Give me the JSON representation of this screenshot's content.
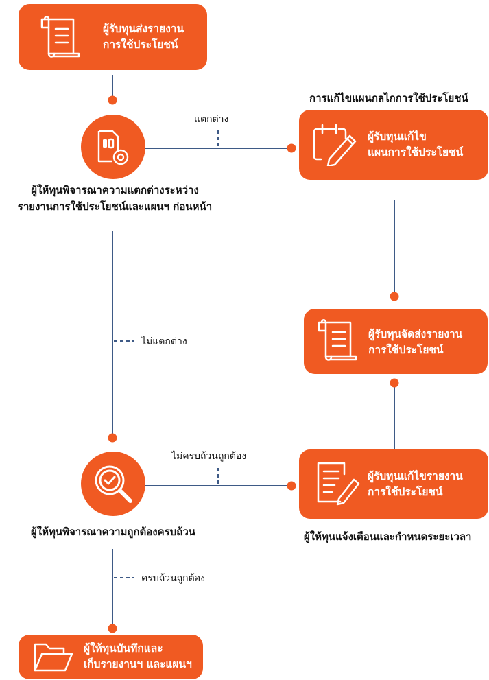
{
  "colors": {
    "accent": "#f05a22",
    "line": "#3e5a86",
    "text": "#111111"
  },
  "steps": {
    "submit_report": {
      "text": "ผู้รับทุนส่งรายงาน\nการใช้ประโยชน์",
      "icon": "document-icon"
    },
    "consider_difference": {
      "text": "ผู้ให้ทุนพิจารณาความแตกต่างระหว่าง\nรายงานการใช้ประโยชน์และแผนฯ ก่อนหน้า",
      "icon": "document-gear-icon"
    },
    "revise_plan_heading": "การแก้ไขแผนกลไกการใช้ประโยชน์",
    "revise_plan": {
      "text": "ผู้รับทุนแก้ไข\nแผนการใช้ประโยชน์",
      "icon": "calendar-pen-icon"
    },
    "resubmit_report": {
      "text": "ผู้รับทุนจัดส่งรายงาน\nการใช้ประโยชน์",
      "icon": "document-icon"
    },
    "check_completeness": {
      "text": "ผู้ให้ทุนพิจารณาความถูกต้องครบถ้วน",
      "icon": "magnifier-check-icon"
    },
    "revise_report": {
      "text": "ผู้รับทุนแก้ไขรายงาน\nการใช้ประโยชน์",
      "icon": "document-pen-icon"
    },
    "notify_deadline": "ผู้ให้ทุนแจ้งเตือนและกำหนดระยะเวลา",
    "record_files": {
      "text": "ผู้ให้ทุนบันทึกและ\nเก็บรายงานฯ และแผนฯ",
      "icon": "folder-icon"
    }
  },
  "edges": {
    "different": "แตกต่าง",
    "not_different": "ไม่แตกต่าง",
    "incomplete": "ไม่ครบถ้วนถูกต้อง",
    "complete": "ครบถ้วนถูกต้อง"
  }
}
